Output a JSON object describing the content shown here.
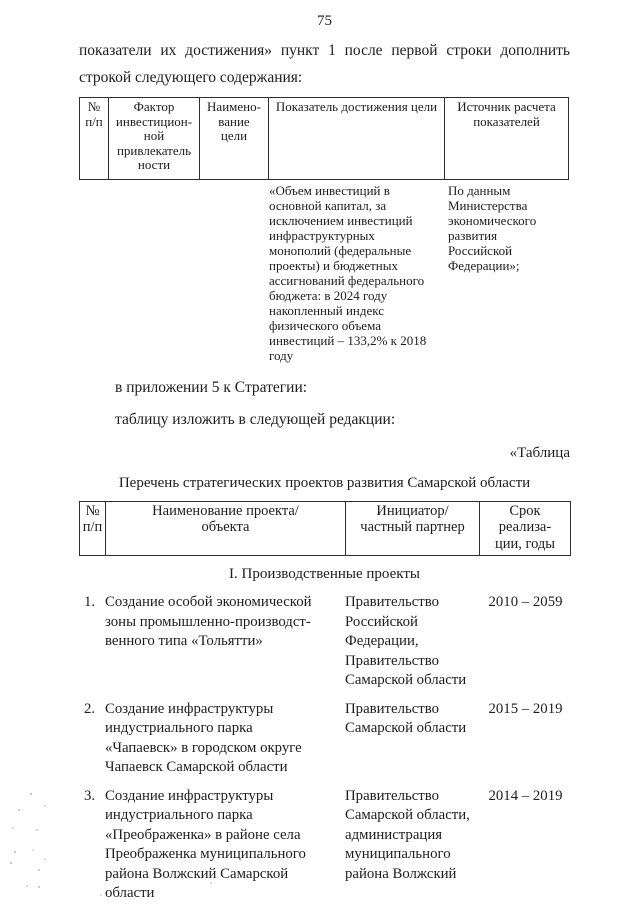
{
  "colors": {
    "paper": "#ffffff",
    "ink": "#1d1d1d",
    "table_border": "#2e2e2e"
  },
  "page_number": "75",
  "intro": {
    "line1": "показатели их достижения» пункт 1 после первой строки дополнить",
    "line2": "строкой следующего содержания:"
  },
  "amendment_table": {
    "headers": [
      [
        "№",
        "п/п"
      ],
      [
        "Фактор",
        "инвестицион-",
        "ной",
        "привлекатель",
        "ности"
      ],
      [
        "Наимено-",
        "вание",
        "цели"
      ],
      [
        "Показатель достижения цели"
      ],
      [
        "Источник расчета",
        "показателей"
      ]
    ],
    "row": {
      "indicator_lines": [
        "«Объем инвестиций в",
        "основной капитал, за",
        "исключением инвестиций",
        "инфраструктурных",
        "монополий (федеральные",
        "проекты) и бюджетных",
        "ассигнований федерального",
        "бюджета: в 2024 году",
        "накопленный индекс",
        "физического объема",
        "инвестиций – 133,2% к 2018",
        "году"
      ],
      "source_lines": [
        "По данным",
        "Министерства",
        "экономического",
        "развития",
        "Российской",
        "Федерации»;"
      ]
    }
  },
  "appendix_line": "в приложении 5 к Стратегии:",
  "edition_line": "таблицу изложить в следующей редакции:",
  "table_marker": "«Таблица",
  "projects_table": {
    "title": "Перечень стратегических проектов развития Самарской области",
    "headers": [
      [
        "№",
        "п/п"
      ],
      [
        "Наименование проекта/",
        "объекта"
      ],
      [
        "Инициатор/",
        "частный партнер"
      ],
      [
        "Срок",
        "реализа-",
        "ции, годы"
      ]
    ],
    "section": "I. Производственные проекты",
    "rows": [
      {
        "num": "1.",
        "name_lines": [
          "Создание особой экономической",
          "зоны промышленно-производст-",
          "венного типа «Тольятти»"
        ],
        "initiator_lines": [
          "Правительство",
          "Российской",
          "Федерации,",
          "Правительство",
          "Самарской области"
        ],
        "years": "2010 – 2059"
      },
      {
        "num": "2.",
        "name_lines": [
          "Создание инфраструктуры",
          "индустриального парка",
          "«Чапаевск» в городском округе",
          "Чапаевск Самарской области"
        ],
        "initiator_lines": [
          "Правительство",
          "Самарской области"
        ],
        "years": "2015 – 2019"
      },
      {
        "num": "3.",
        "name_lines": [
          "Создание инфраструктуры",
          "индустриального парка",
          "«Преображенка» в районе села",
          "Преображенка муниципального",
          "района Волжский Самарской",
          "области"
        ],
        "initiator_lines": [
          "Правительство",
          "Самарской области,",
          "администрация",
          "муниципального",
          "района Волжский"
        ],
        "years": "2014 – 2019"
      }
    ]
  }
}
